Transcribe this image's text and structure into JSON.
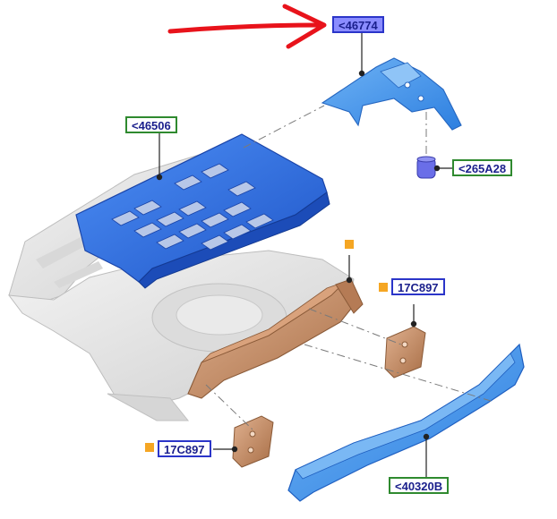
{
  "callouts": {
    "c46774": "<46774",
    "c46506": "<46506",
    "c265A28": "<265A28",
    "c17C897_right": "17C897",
    "c17C897_left": "17C897",
    "c40320B": "<40320B"
  },
  "colors": {
    "part_blue": "#2f6fe0",
    "bracket_blue": "#3f8fe8",
    "part_bronze": "#c8926a",
    "floor_grey": "#e2e2e2",
    "arrow_red": "#e8131b",
    "marker_orange": "#f5a623"
  }
}
